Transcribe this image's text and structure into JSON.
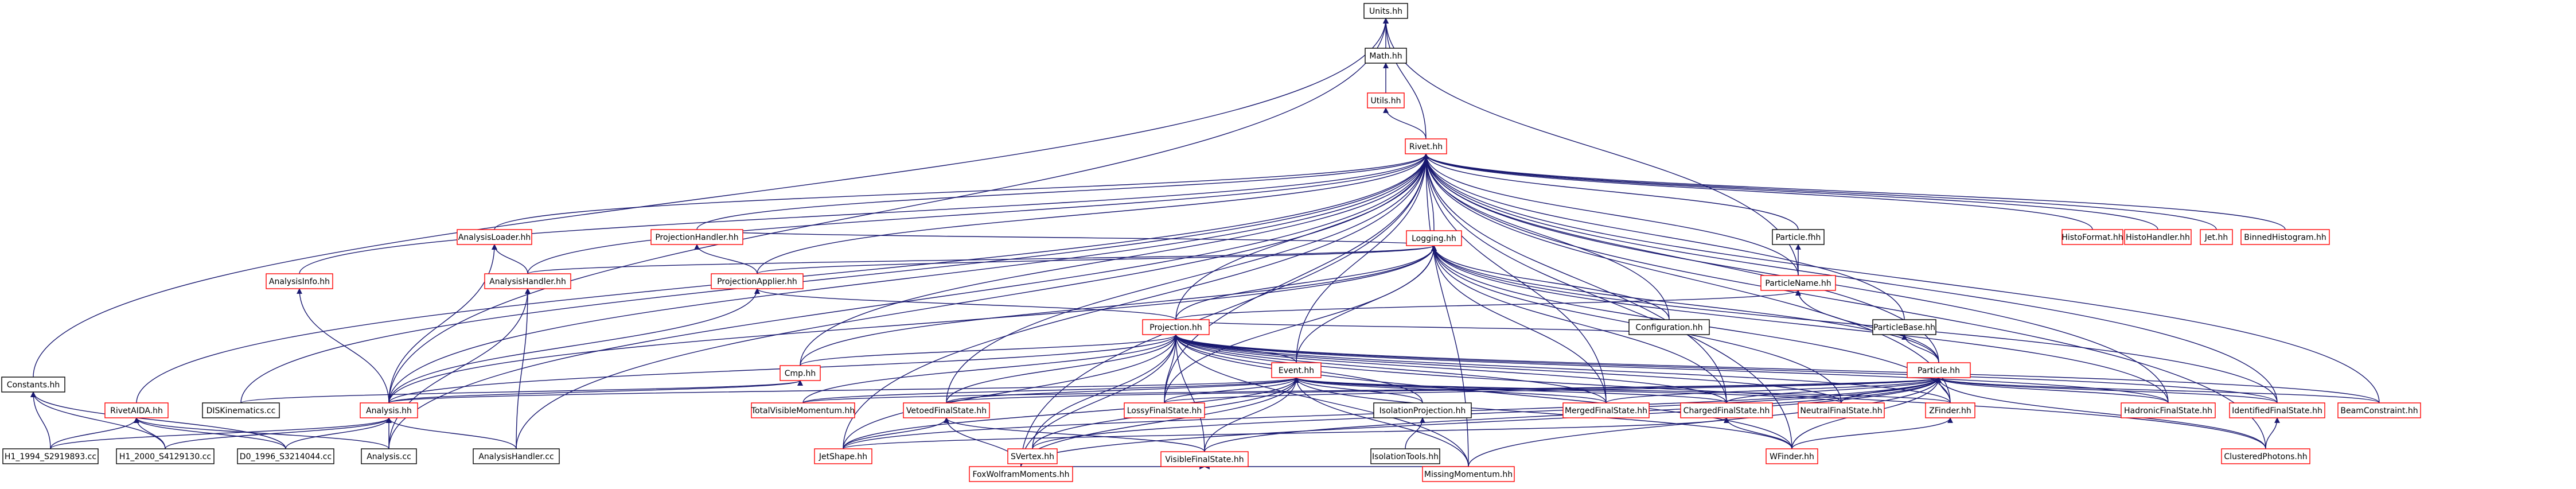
{
  "title": "Units.hh include dependency graph",
  "colors": {
    "node_border": "#000000",
    "node_border_red": "#ff0000",
    "root_fill": "#bfbfbf",
    "edge": "#191970",
    "text": "#000000"
  },
  "nodes": [
    {
      "id": "units",
      "label": "Units.hh",
      "style": "root"
    },
    {
      "id": "math",
      "label": "Math.hh",
      "style": "black"
    },
    {
      "id": "utils",
      "label": "Utils.hh",
      "style": "red"
    },
    {
      "id": "rivet",
      "label": "Rivet.hh",
      "style": "red"
    },
    {
      "id": "logging",
      "label": "Logging.hh",
      "style": "red"
    },
    {
      "id": "histoformat",
      "label": "HistoFormat.hh",
      "style": "red"
    },
    {
      "id": "histohandler",
      "label": "HistoHandler.hh",
      "style": "red"
    },
    {
      "id": "jet",
      "label": "Jet.hh",
      "style": "red"
    },
    {
      "id": "binnedhisto",
      "label": "BinnedHistogram.hh",
      "style": "red"
    },
    {
      "id": "particlefwd",
      "label": "Particle.fhh",
      "style": "black"
    },
    {
      "id": "particlename",
      "label": "ParticleName.hh",
      "style": "red"
    },
    {
      "id": "particlebase",
      "label": "ParticleBase.hh",
      "style": "black"
    },
    {
      "id": "configuration",
      "label": "Configuration.hh",
      "style": "black"
    },
    {
      "id": "analysisloader",
      "label": "AnalysisLoader.hh",
      "style": "red"
    },
    {
      "id": "projhandler",
      "label": "ProjectionHandler.hh",
      "style": "red"
    },
    {
      "id": "analysisinfo",
      "label": "AnalysisInfo.hh",
      "style": "red"
    },
    {
      "id": "analysishandler",
      "label": "AnalysisHandler.hh",
      "style": "red"
    },
    {
      "id": "projapplier",
      "label": "ProjectionApplier.hh",
      "style": "red"
    },
    {
      "id": "projection",
      "label": "Projection.hh",
      "style": "red"
    },
    {
      "id": "particle",
      "label": "Particle.hh",
      "style": "red"
    },
    {
      "id": "cmp",
      "label": "Cmp.hh",
      "style": "red"
    },
    {
      "id": "event",
      "label": "Event.hh",
      "style": "red"
    },
    {
      "id": "constants",
      "label": "Constants.hh",
      "style": "black"
    },
    {
      "id": "dis",
      "label": "DISKinematics.cc",
      "style": "black"
    },
    {
      "id": "rivetaida",
      "label": "RivetAIDA.hh",
      "style": "red"
    },
    {
      "id": "analysis",
      "label": "Analysis.hh",
      "style": "red"
    },
    {
      "id": "tvm",
      "label": "TotalVisibleMomentum.hh",
      "style": "red"
    },
    {
      "id": "vetoedfs",
      "label": "VetoedFinalState.hh",
      "style": "red"
    },
    {
      "id": "lossyfs",
      "label": "LossyFinalState.hh",
      "style": "red"
    },
    {
      "id": "isoproj",
      "label": "IsolationProjection.hh",
      "style": "black"
    },
    {
      "id": "mergedfs",
      "label": "MergedFinalState.hh",
      "style": "red"
    },
    {
      "id": "chargedfs",
      "label": "ChargedFinalState.hh",
      "style": "red"
    },
    {
      "id": "neutralfs",
      "label": "NeutralFinalState.hh",
      "style": "red"
    },
    {
      "id": "zfinder",
      "label": "ZFinder.hh",
      "style": "red"
    },
    {
      "id": "hadronicfs",
      "label": "HadronicFinalState.hh",
      "style": "red"
    },
    {
      "id": "identifiedfs",
      "label": "IdentifiedFinalState.hh",
      "style": "red"
    },
    {
      "id": "beamconstraint",
      "label": "BeamConstraint.hh",
      "style": "red"
    },
    {
      "id": "h1_1994",
      "label": "H1_1994_S2919893.cc",
      "style": "black"
    },
    {
      "id": "h1_2000",
      "label": "H1_2000_S4129130.cc",
      "style": "black"
    },
    {
      "id": "d0_1996",
      "label": "D0_1996_S3214044.cc",
      "style": "black"
    },
    {
      "id": "analysiscc",
      "label": "Analysis.cc",
      "style": "black"
    },
    {
      "id": "analysishandlercc",
      "label": "AnalysisHandler.cc",
      "style": "black"
    },
    {
      "id": "jetshape",
      "label": "JetShape.hh",
      "style": "red"
    },
    {
      "id": "sveto",
      "label": "SVertex.hh",
      "style": "red"
    },
    {
      "id": "visiblefs",
      "label": "VisibleFinalState.hh",
      "style": "red"
    },
    {
      "id": "isotools",
      "label": "IsolationTools.hh",
      "style": "black"
    },
    {
      "id": "wfinder",
      "label": "WFinder.hh",
      "style": "red"
    },
    {
      "id": "clustered",
      "label": "ClusteredPhotons.hh",
      "style": "red"
    },
    {
      "id": "foxwolfram",
      "label": "FoxWolframMoments.hh",
      "style": "red"
    },
    {
      "id": "missingmom",
      "label": "MissingMomentum.hh",
      "style": "red"
    }
  ],
  "edges": [
    [
      "math",
      "units"
    ],
    [
      "utils",
      "math"
    ],
    [
      "rivet",
      "utils"
    ],
    [
      "rivet",
      "units"
    ],
    [
      "constants",
      "units"
    ],
    [
      "analysis",
      "units"
    ],
    [
      "particlename",
      "units"
    ],
    [
      "histoformat",
      "rivet"
    ],
    [
      "histohandler",
      "rivet"
    ],
    [
      "jet",
      "rivet"
    ],
    [
      "binnedhisto",
      "rivet"
    ],
    [
      "logging",
      "rivet"
    ],
    [
      "particlefwd",
      "rivet"
    ],
    [
      "particlename",
      "rivet"
    ],
    [
      "particlebase",
      "rivet"
    ],
    [
      "configuration",
      "rivet"
    ],
    [
      "analysisloader",
      "rivet"
    ],
    [
      "projhandler",
      "rivet"
    ],
    [
      "analysisinfo",
      "rivet"
    ],
    [
      "analysishandler",
      "rivet"
    ],
    [
      "projapplier",
      "rivet"
    ],
    [
      "projection",
      "rivet"
    ],
    [
      "particle",
      "rivet"
    ],
    [
      "cmp",
      "rivet"
    ],
    [
      "event",
      "rivet"
    ],
    [
      "dis",
      "rivet"
    ],
    [
      "rivetaida",
      "rivet"
    ],
    [
      "analysis",
      "rivet"
    ],
    [
      "vetoedfs",
      "rivet"
    ],
    [
      "lossyfs",
      "rivet"
    ],
    [
      "mergedfs",
      "rivet"
    ],
    [
      "chargedfs",
      "rivet"
    ],
    [
      "zfinder",
      "rivet"
    ],
    [
      "hadronicfs",
      "rivet"
    ],
    [
      "identifiedfs",
      "rivet"
    ],
    [
      "beamconstraint",
      "rivet"
    ],
    [
      "wfinder",
      "rivet"
    ],
    [
      "clustered",
      "rivet"
    ],
    [
      "foxwolfram",
      "rivet"
    ],
    [
      "missingmom",
      "rivet"
    ],
    [
      "jetshape",
      "rivet"
    ],
    [
      "analysiscc",
      "rivet"
    ],
    [
      "analysishandlercc",
      "rivet"
    ],
    [
      "projhandler",
      "logging"
    ],
    [
      "projapplier",
      "logging"
    ],
    [
      "projection",
      "logging"
    ],
    [
      "configuration",
      "logging"
    ],
    [
      "particle",
      "logging"
    ],
    [
      "event",
      "logging"
    ],
    [
      "analysis",
      "logging"
    ],
    [
      "cmp",
      "logging"
    ],
    [
      "lossyfs",
      "logging"
    ],
    [
      "mergedfs",
      "logging"
    ],
    [
      "chargedfs",
      "logging"
    ],
    [
      "neutralfs",
      "logging"
    ],
    [
      "zfinder",
      "logging"
    ],
    [
      "hadronicfs",
      "logging"
    ],
    [
      "identifiedfs",
      "logging"
    ],
    [
      "analysishandler",
      "logging"
    ],
    [
      "particlename",
      "particlefwd"
    ],
    [
      "particle",
      "particlename"
    ],
    [
      "particle",
      "particlebase"
    ],
    [
      "projection",
      "particlename"
    ],
    [
      "projection",
      "configuration"
    ],
    [
      "analysishandler",
      "analysisloader"
    ],
    [
      "projapplier",
      "projhandler"
    ],
    [
      "projection",
      "projapplier"
    ],
    [
      "analysis",
      "projapplier"
    ],
    [
      "analysis",
      "analysisinfo"
    ],
    [
      "analysis",
      "analysisloader"
    ],
    [
      "analysishandlercc",
      "analysishandler"
    ],
    [
      "analysiscc",
      "analysishandler"
    ],
    [
      "cmp",
      "projection"
    ],
    [
      "event",
      "projection"
    ],
    [
      "tvm",
      "projection"
    ],
    [
      "vetoedfs",
      "projection"
    ],
    [
      "lossyfs",
      "projection"
    ],
    [
      "isoproj",
      "projection"
    ],
    [
      "mergedfs",
      "projection"
    ],
    [
      "chargedfs",
      "projection"
    ],
    [
      "neutralfs",
      "projection"
    ],
    [
      "zfinder",
      "projection"
    ],
    [
      "hadronicfs",
      "projection"
    ],
    [
      "identifiedfs",
      "projection"
    ],
    [
      "beamconstraint",
      "projection"
    ],
    [
      "analysis",
      "projection"
    ],
    [
      "jetshape",
      "projection"
    ],
    [
      "sveto",
      "projection"
    ],
    [
      "visiblefs",
      "projection"
    ],
    [
      "wfinder",
      "projection"
    ],
    [
      "clustered",
      "projection"
    ],
    [
      "foxwolfram",
      "projection"
    ],
    [
      "missingmom",
      "projection"
    ],
    [
      "analysis",
      "cmp"
    ],
    [
      "dis",
      "cmp"
    ],
    [
      "tvm",
      "event"
    ],
    [
      "vetoedfs",
      "event"
    ],
    [
      "lossyfs",
      "event"
    ],
    [
      "isoproj",
      "event"
    ],
    [
      "mergedfs",
      "event"
    ],
    [
      "chargedfs",
      "event"
    ],
    [
      "neutralfs",
      "event"
    ],
    [
      "zfinder",
      "event"
    ],
    [
      "jetshape",
      "event"
    ],
    [
      "sveto",
      "event"
    ],
    [
      "visiblefs",
      "event"
    ],
    [
      "wfinder",
      "event"
    ],
    [
      "foxwolfram",
      "event"
    ],
    [
      "missingmom",
      "event"
    ],
    [
      "analysis",
      "event"
    ],
    [
      "tvm",
      "particle"
    ],
    [
      "vetoedfs",
      "particle"
    ],
    [
      "lossyfs",
      "particle"
    ],
    [
      "mergedfs",
      "particle"
    ],
    [
      "chargedfs",
      "particle"
    ],
    [
      "neutralfs",
      "particle"
    ],
    [
      "zfinder",
      "particle"
    ],
    [
      "hadronicfs",
      "particle"
    ],
    [
      "identifiedfs",
      "particle"
    ],
    [
      "beamconstraint",
      "particle"
    ],
    [
      "jetshape",
      "particle"
    ],
    [
      "sveto",
      "particle"
    ],
    [
      "visiblefs",
      "particle"
    ],
    [
      "wfinder",
      "particle"
    ],
    [
      "clustered",
      "particle"
    ],
    [
      "foxwolfram",
      "particle"
    ],
    [
      "missingmom",
      "particle"
    ],
    [
      "h1_1994",
      "constants"
    ],
    [
      "h1_2000",
      "constants"
    ],
    [
      "d0_1996",
      "constants"
    ],
    [
      "h1_1994",
      "rivetaida"
    ],
    [
      "h1_2000",
      "rivetaida"
    ],
    [
      "d0_1996",
      "rivetaida"
    ],
    [
      "analysiscc",
      "rivetaida"
    ],
    [
      "h1_1994",
      "analysis"
    ],
    [
      "h1_2000",
      "analysis"
    ],
    [
      "d0_1996",
      "analysis"
    ],
    [
      "analysiscc",
      "analysis"
    ],
    [
      "analysishandlercc",
      "analysis"
    ],
    [
      "isotools",
      "isoproj"
    ],
    [
      "jetshape",
      "vetoedfs"
    ],
    [
      "foxwolfram",
      "vetoedfs"
    ],
    [
      "visiblefs",
      "vetoedfs"
    ],
    [
      "foxwolfram",
      "visiblefs"
    ],
    [
      "missingmom",
      "visiblefs"
    ],
    [
      "wfinder",
      "chargedfs"
    ],
    [
      "jetshape",
      "chargedfs"
    ],
    [
      "clustered",
      "identifiedfs"
    ],
    [
      "wfinder",
      "zfinder"
    ]
  ]
}
